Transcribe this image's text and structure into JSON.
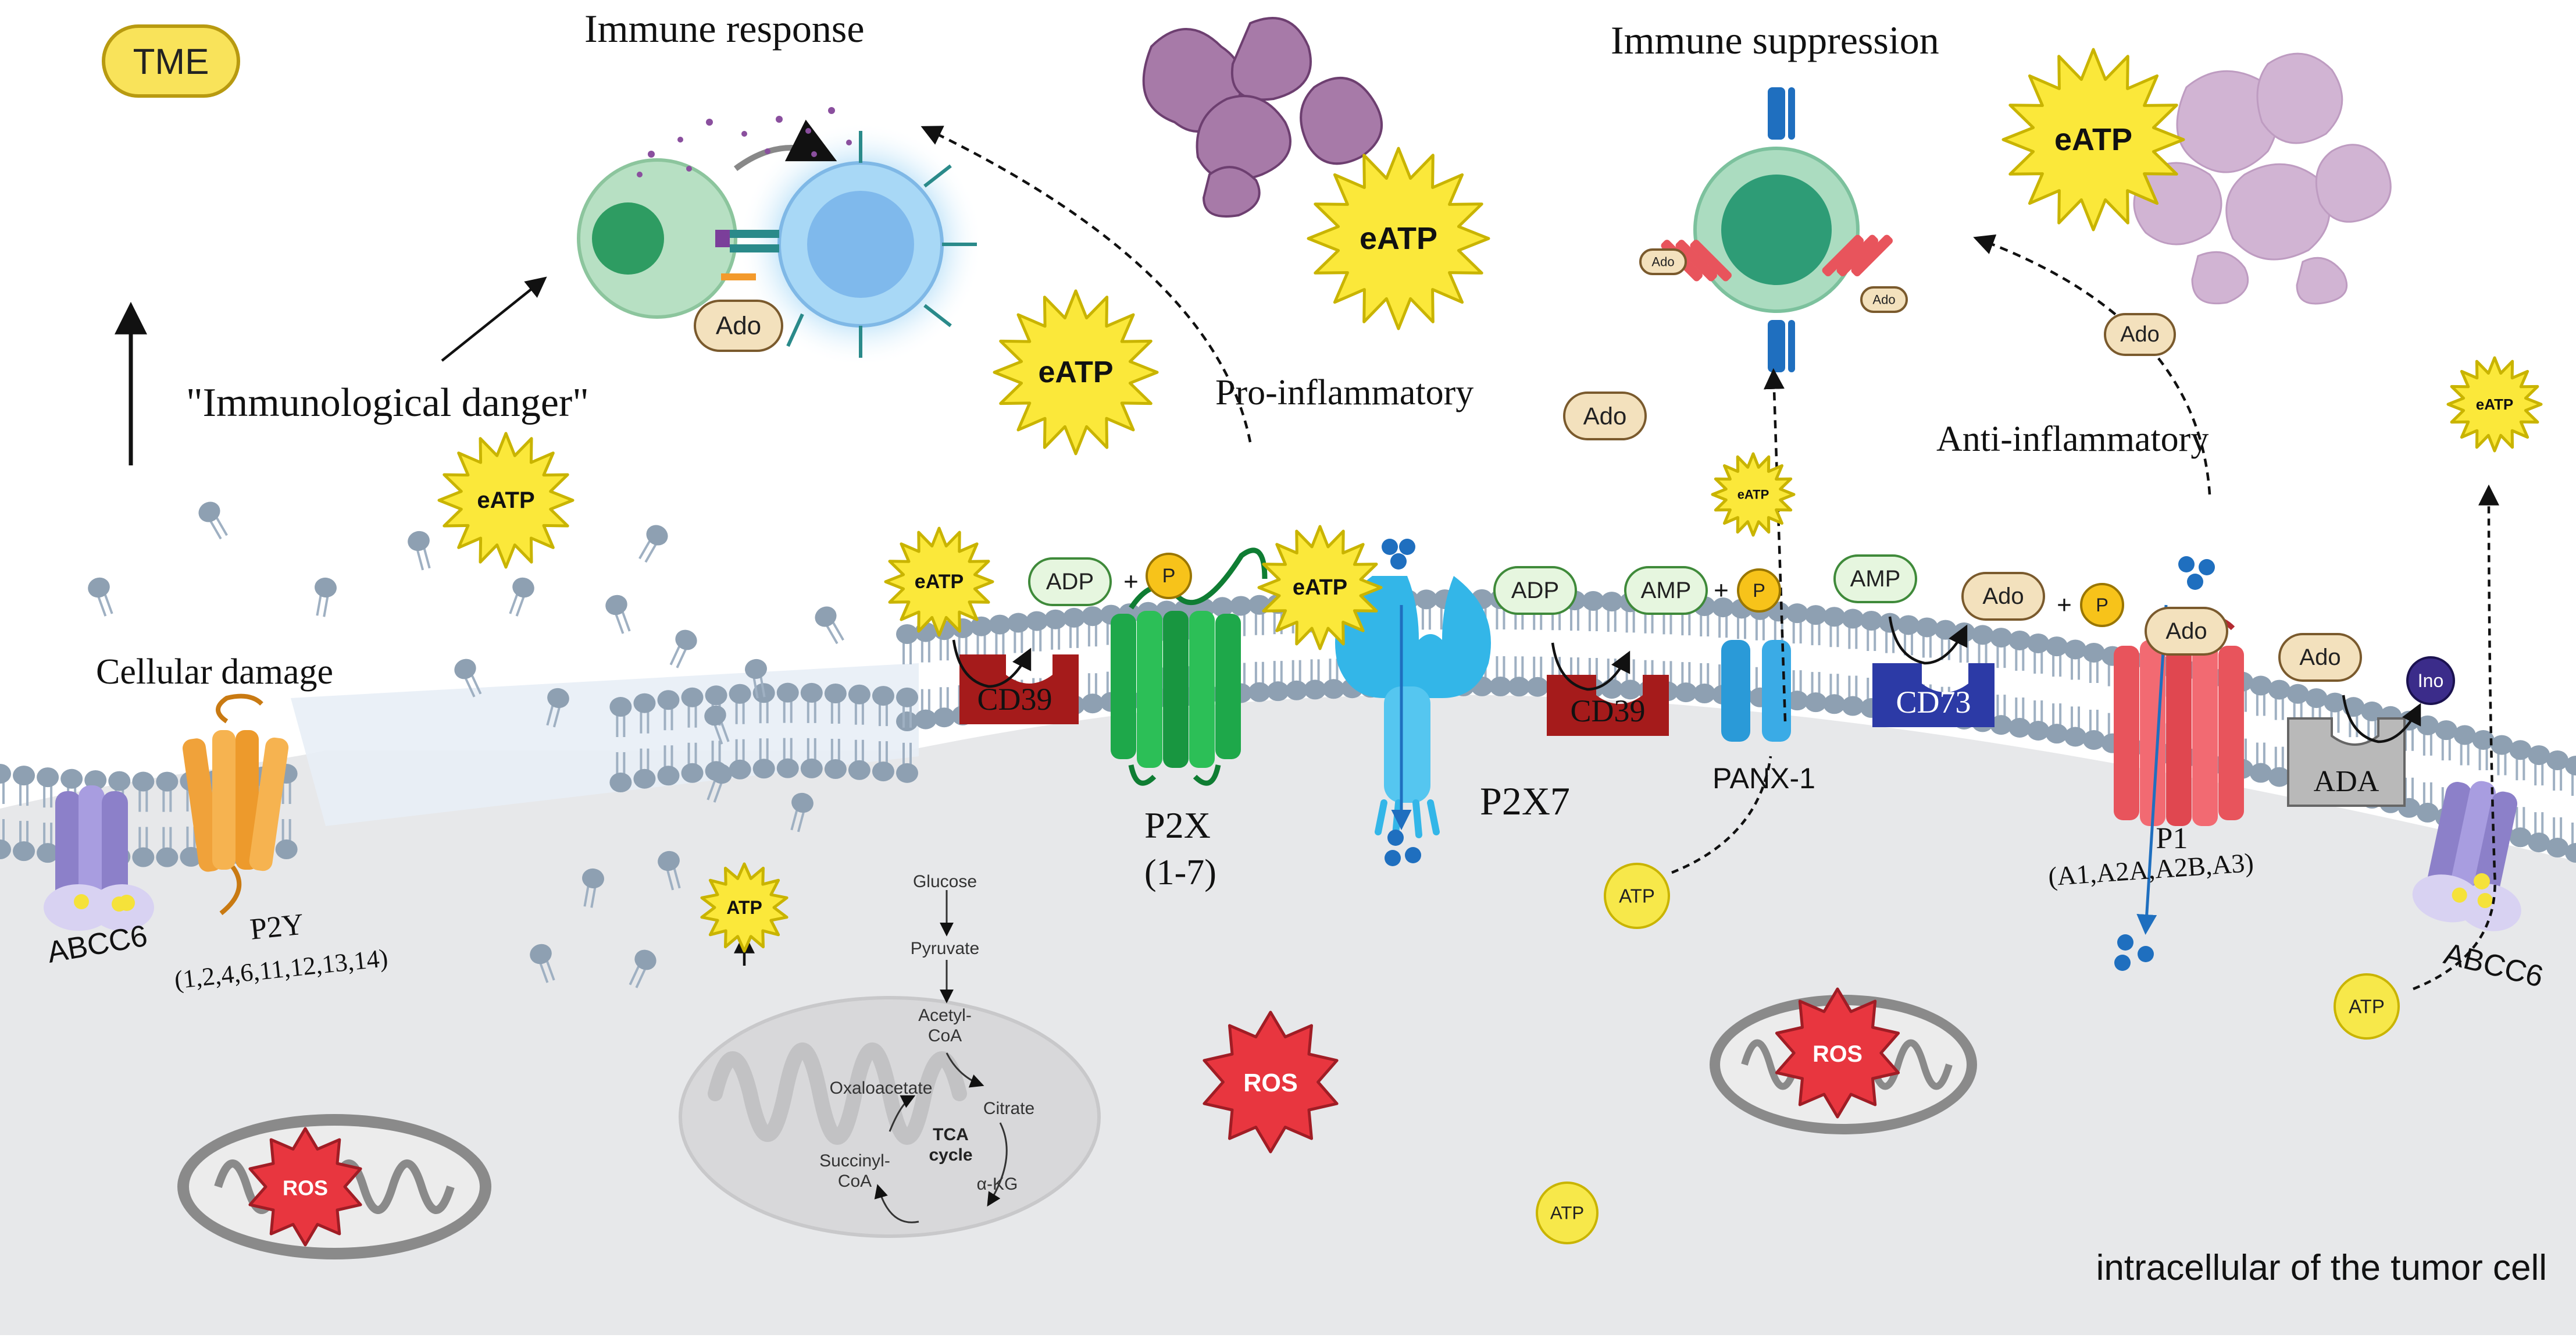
{
  "labels": {
    "tme": "TME",
    "immune_response": "Immune response",
    "immune_suppression": "Immune suppression",
    "immunological_danger": "\"Immunological danger\"",
    "pro_inflammatory": "Pro-inflammatory",
    "anti_inflammatory": "Anti-inflammatory",
    "cellular_damage": "Cellular damage",
    "intracellular": "intracellular of the tumor cell"
  },
  "molecules": {
    "eatp": "eATP",
    "atp": "ATP",
    "adp": "ADP",
    "amp": "AMP",
    "ado": "Ado",
    "ino": "Ino",
    "p": "P",
    "ros": "ROS",
    "plus": "+"
  },
  "proteins": {
    "abcc6": "ABCC6",
    "p2y": "P2Y",
    "p2y_subtypes": "(1,2,4,6,11,12,13,14)",
    "cd39": "CD39",
    "p2x": "P2X",
    "p2x_subtypes": "(1-7)",
    "p2x7": "P2X7",
    "panx1": "PANX-1",
    "cd73": "CD73",
    "p1": "P1",
    "p1_subtypes": "(A1,A2A,A2B,A3)",
    "ada": "ADA"
  },
  "metabolism": {
    "glucose": "Glucose",
    "pyruvate": "Pyruvate",
    "acetyl": "Acetyl-",
    "coa": "CoA",
    "oxaloacetate": "Oxaloacetate",
    "citrate": "Citrate",
    "succinyl": "Succinyl-",
    "akg": "α-KG",
    "tca": "TCA",
    "cycle": "cycle"
  },
  "colors": {
    "cytoplasm": "#e6e7e9",
    "membrane_head": "#8ea0b2",
    "eatp_star": "#fbe83a",
    "cd39": "#a51b1b",
    "p2x": "#1ea84a",
    "p2x7": "#33b6e8",
    "panx1": "#2a9ad8",
    "cd73": "#2c3aa6",
    "p1": "#e8545c",
    "p2y": "#f3a33b",
    "abcc6": "#9e94d8",
    "ada": "#b9b9b9",
    "ros": "#e8363f"
  }
}
